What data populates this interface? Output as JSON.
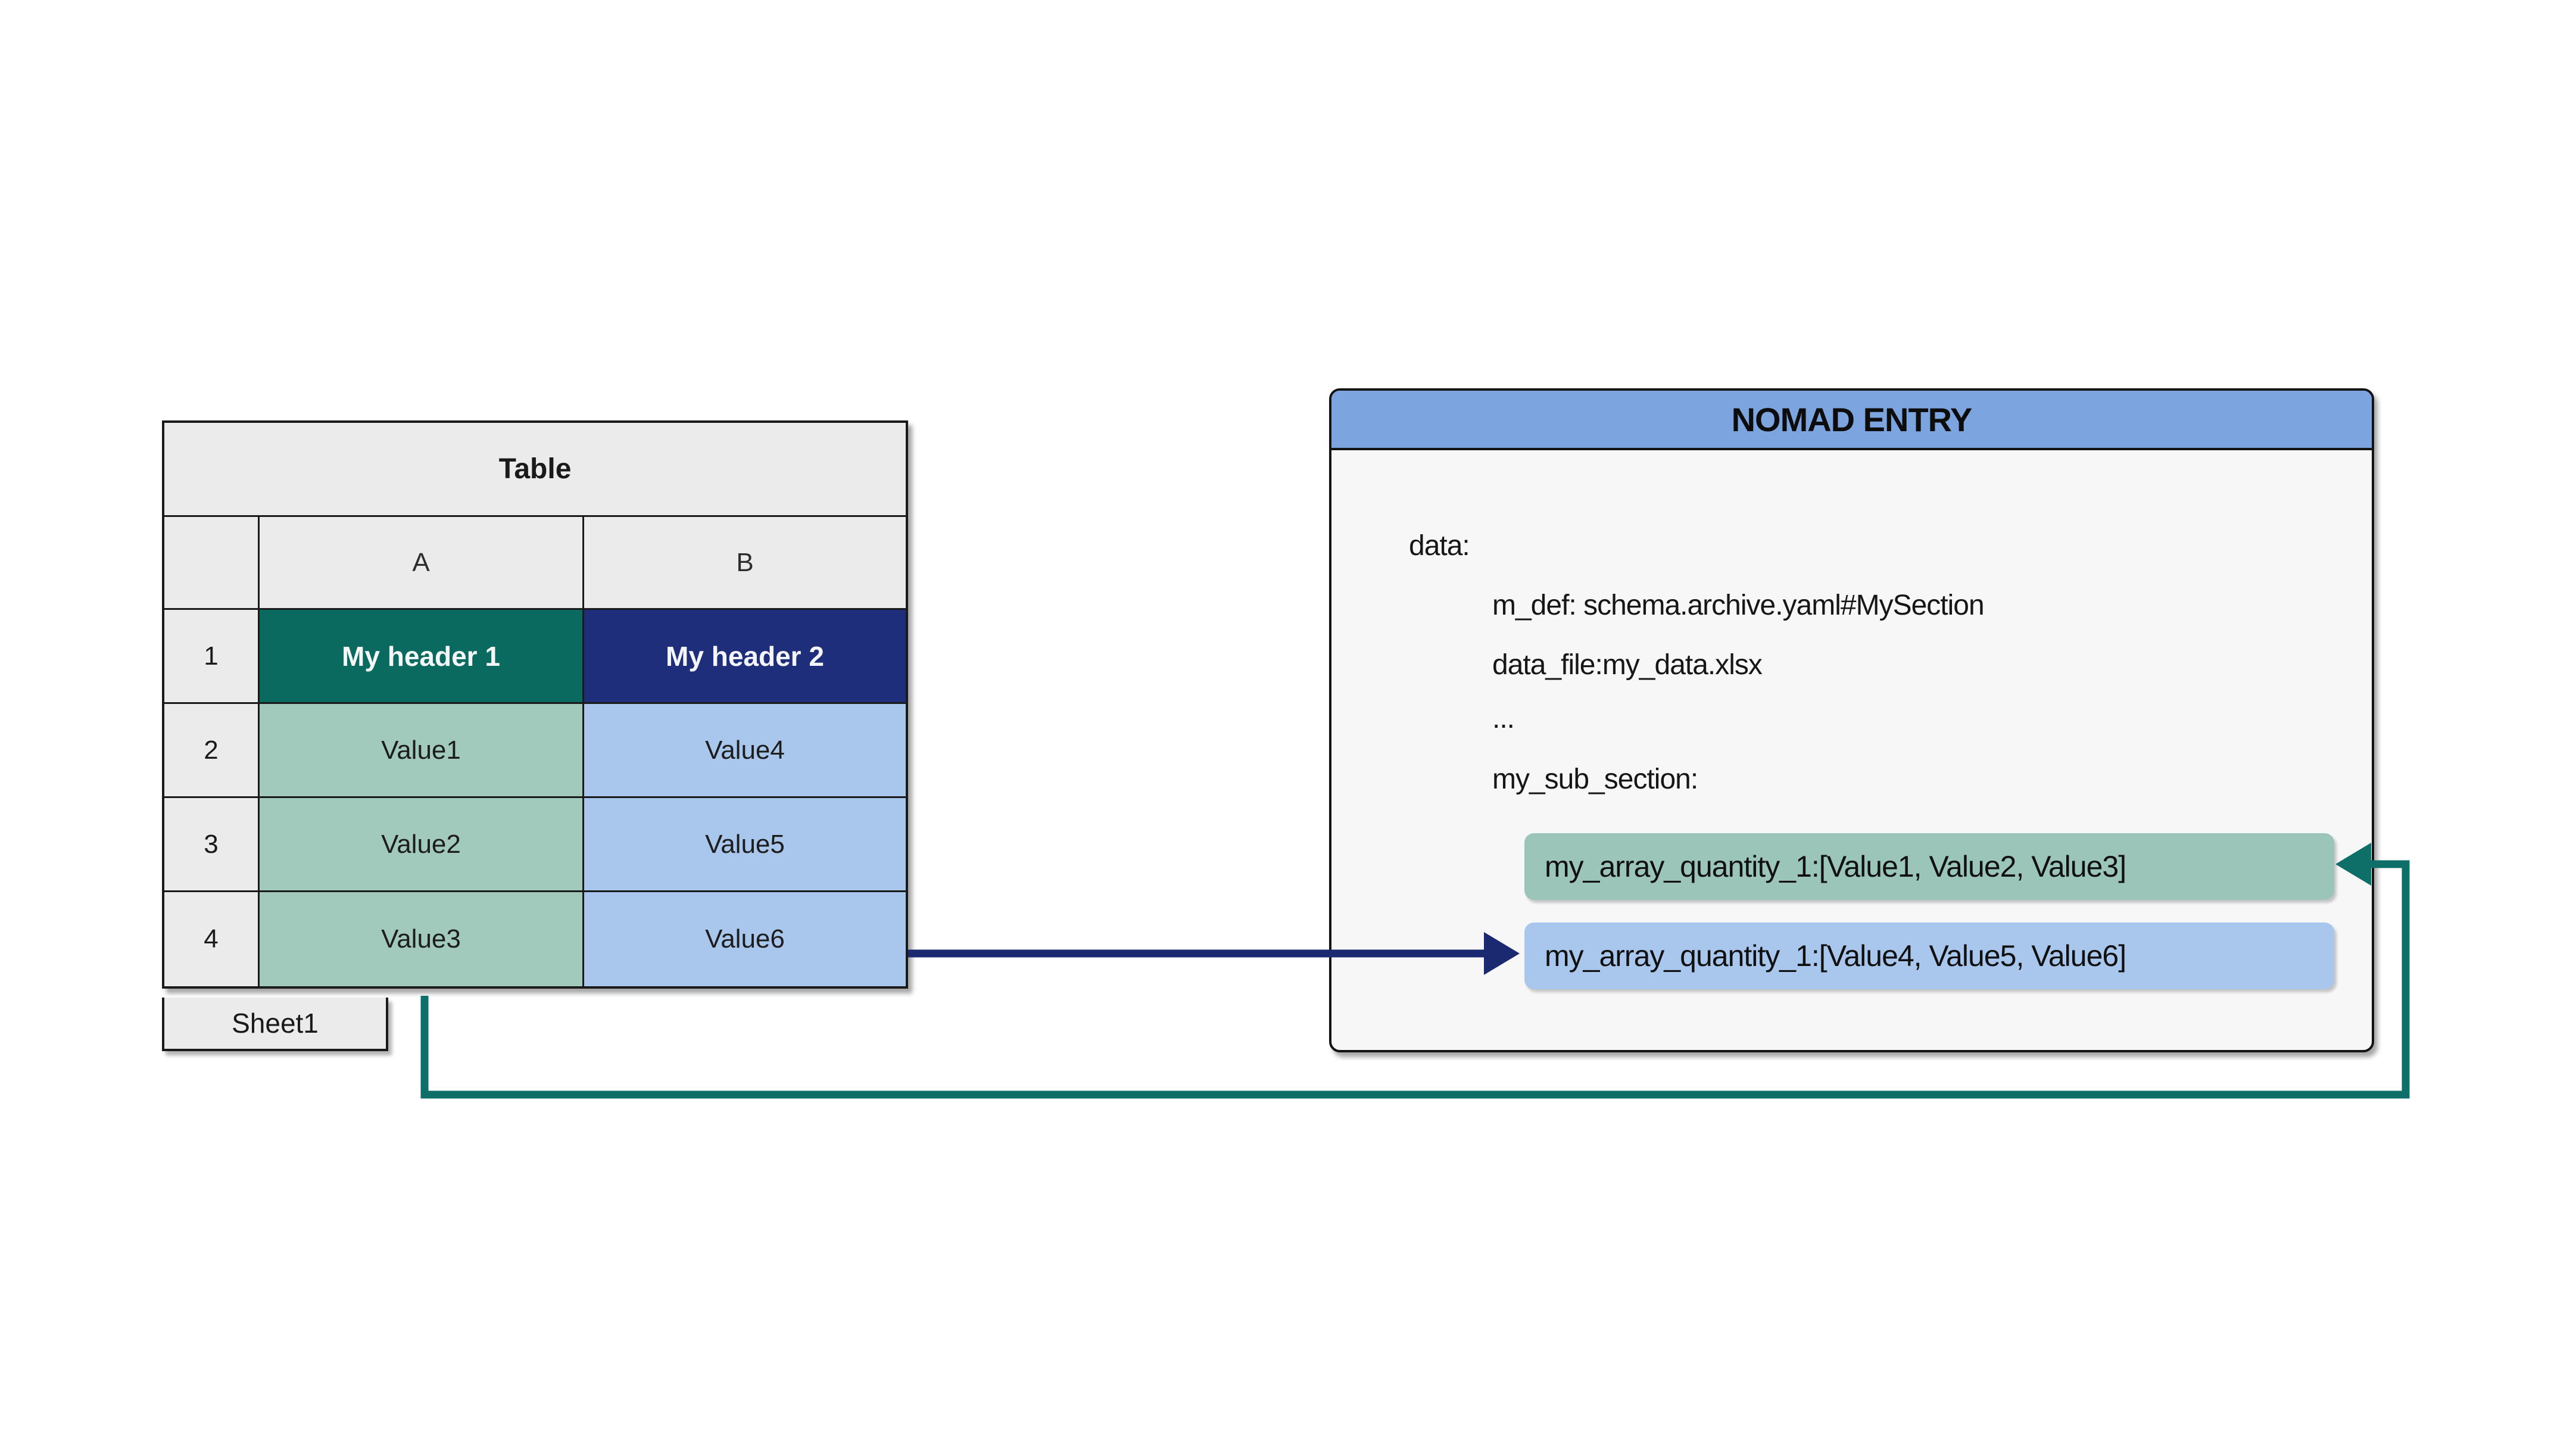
{
  "spreadsheet": {
    "title": "Table",
    "sheet_tab": "Sheet1",
    "columns": {
      "a": "A",
      "b": "B"
    },
    "rows": [
      {
        "num": "1",
        "a": "My header 1",
        "b": "My header 2"
      },
      {
        "num": "2",
        "a": "Value1",
        "b": "Value4"
      },
      {
        "num": "3",
        "a": "Value2",
        "b": "Value5"
      },
      {
        "num": "4",
        "a": "Value3",
        "b": "Value6"
      }
    ]
  },
  "nomad": {
    "title": "NOMAD ENTRY",
    "lines": {
      "data": "data:",
      "m_def": "m_def: schema.archive.yaml#MySection",
      "data_file": "data_file:my_data.xlsx",
      "ellipsis": "...",
      "sub_section": "my_sub_section:"
    },
    "array_green": "my_array_quantity_1:[Value1, Value2, Value3]",
    "array_blue": "my_array_quantity_1:[Value4, Value5, Value6]"
  },
  "colors": {
    "page_bg": "#ffffff",
    "cell_gray": "#ebebeb",
    "border_dark": "#1a1a1a",
    "header_teal": "#0a6a60",
    "header_navy": "#1e2e7a",
    "cell_green": "#a1cabd",
    "cell_blue": "#a9c6ec",
    "nomad_bg": "#f7f7f7",
    "nomad_header_blue": "#7ca4df",
    "highlight_green": "#9cc5b9",
    "highlight_blue": "#a9c6ec",
    "arrow_navy": "#1b2a70",
    "arrow_teal": "#0d6f67"
  }
}
